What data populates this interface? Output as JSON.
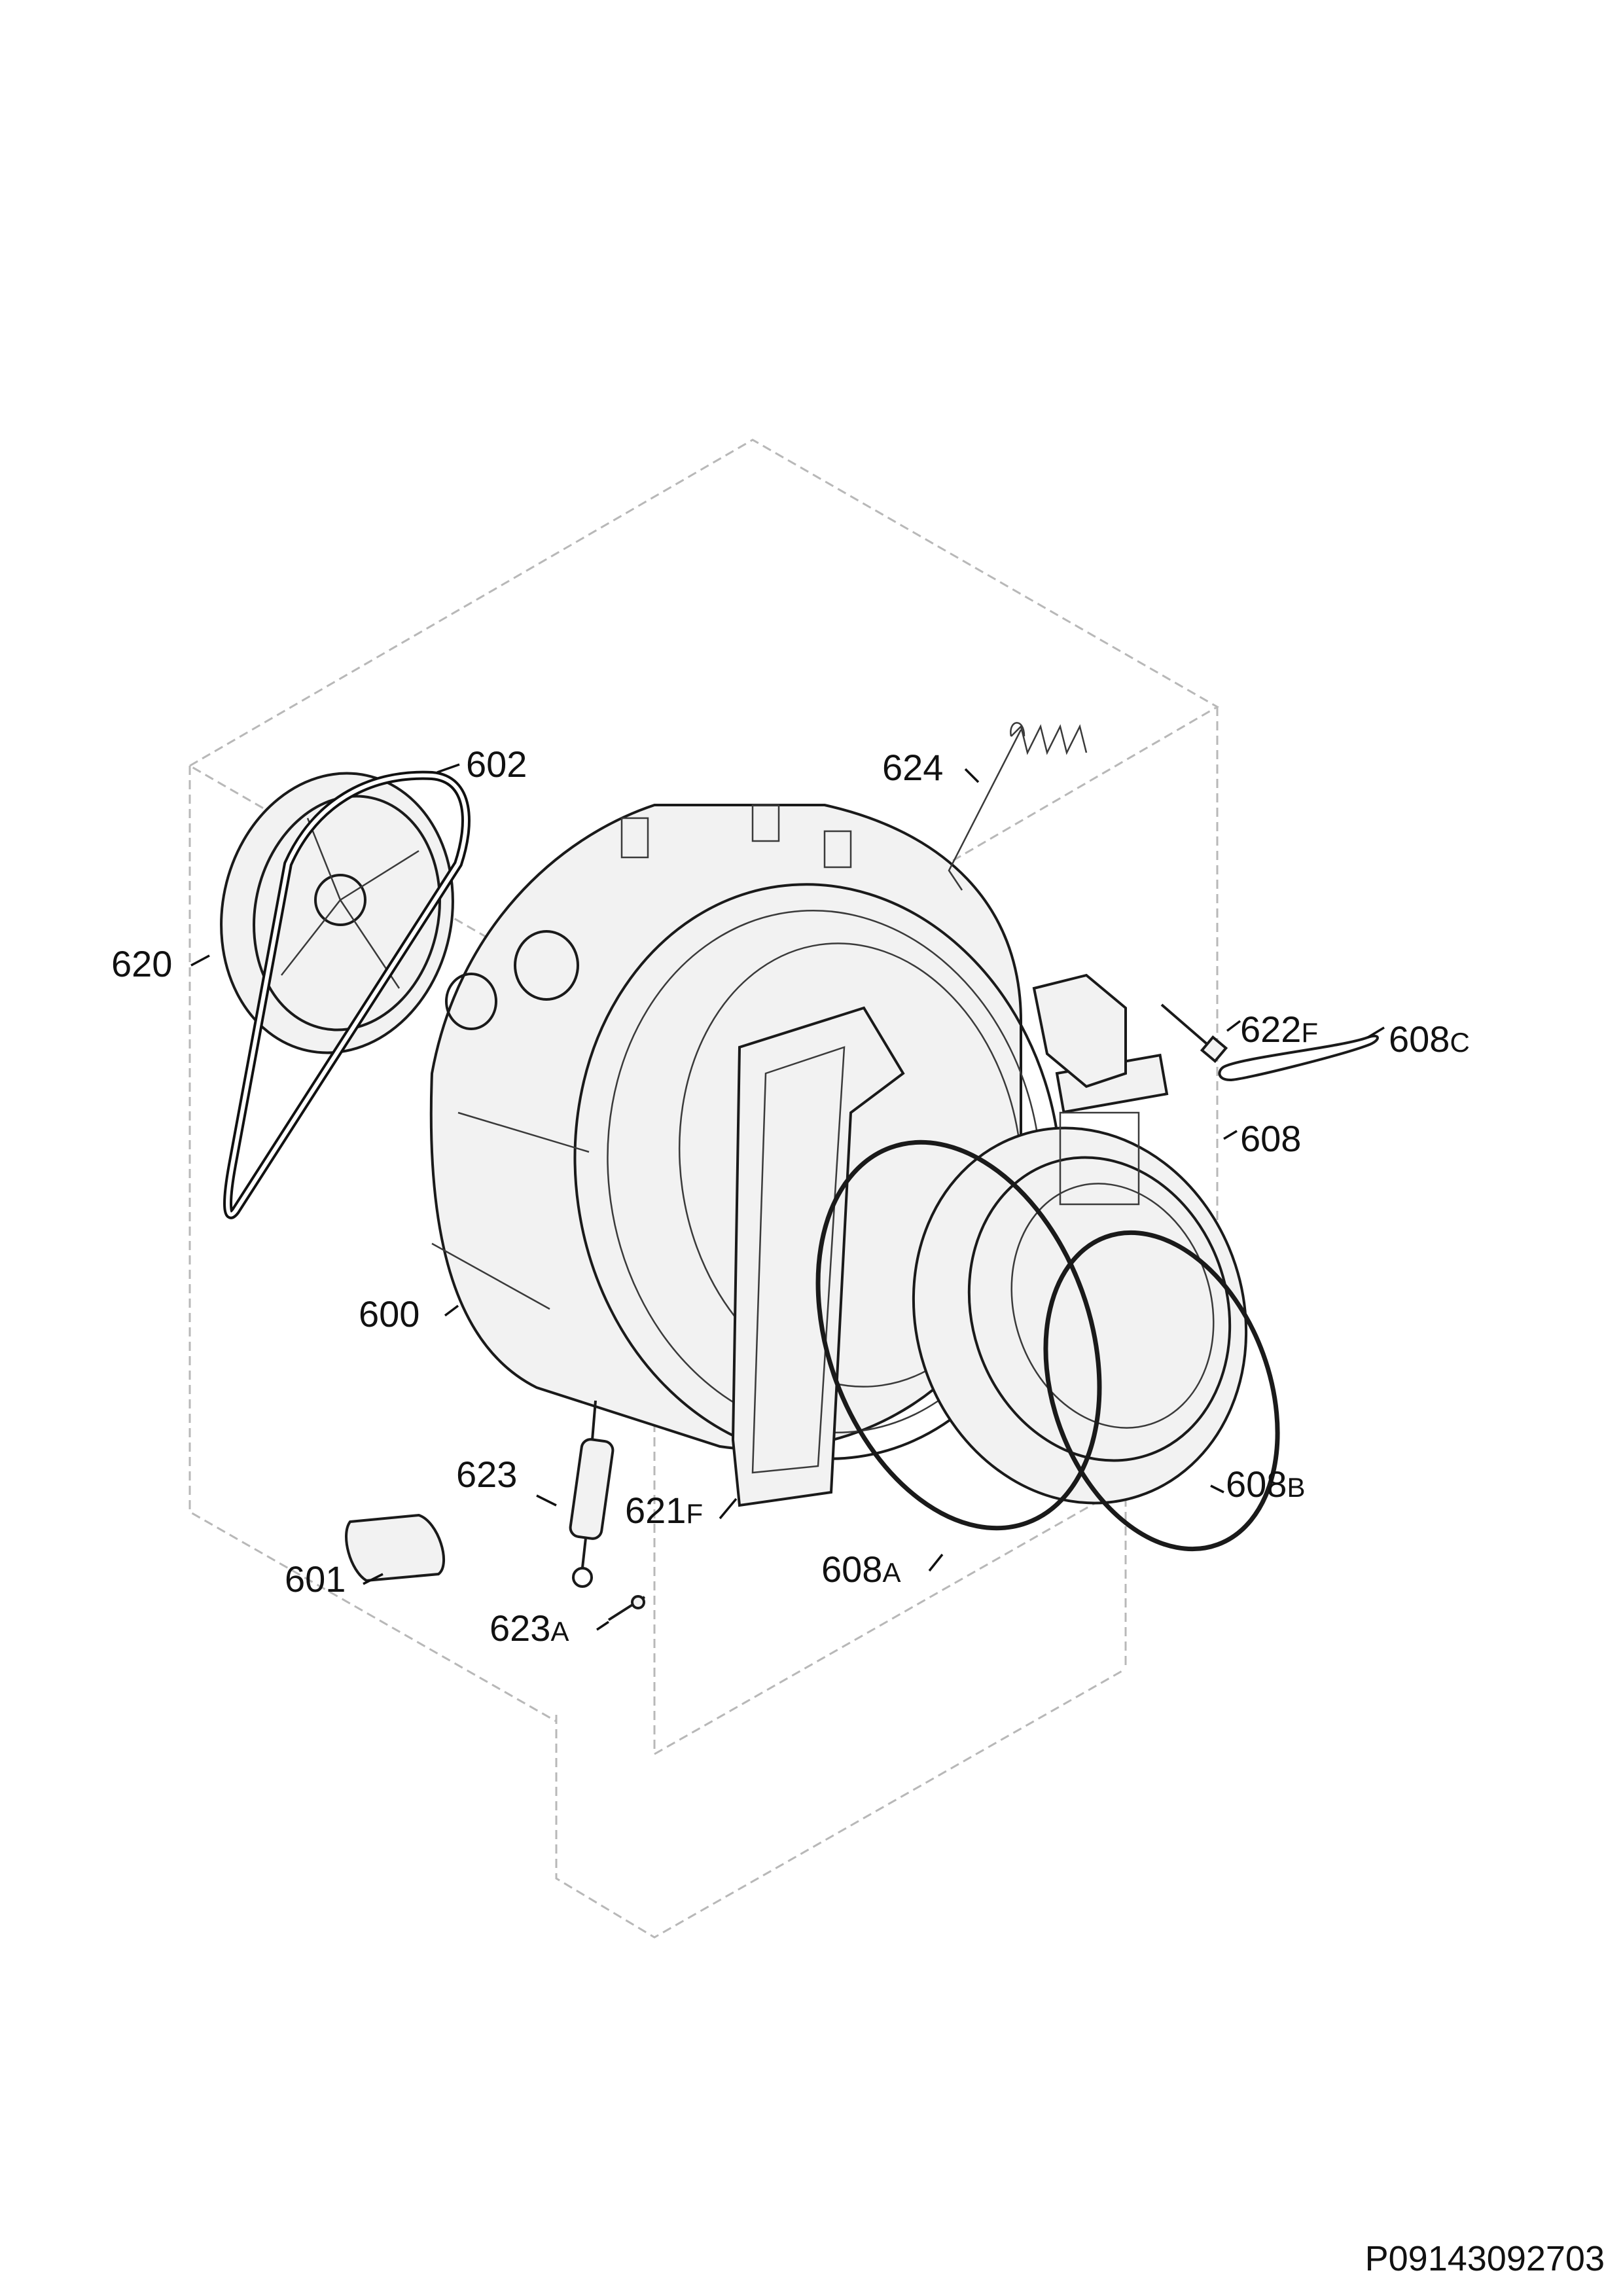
{
  "figure_code": "P09143092703",
  "callouts": {
    "c602": {
      "num": "602",
      "suffix": ""
    },
    "c624": {
      "num": "624",
      "suffix": ""
    },
    "c620": {
      "num": "620",
      "suffix": ""
    },
    "c622F": {
      "num": "622",
      "suffix": "F"
    },
    "c608C": {
      "num": "608",
      "suffix": "C"
    },
    "c608": {
      "num": "608",
      "suffix": ""
    },
    "c600": {
      "num": "600",
      "suffix": ""
    },
    "c623": {
      "num": "623",
      "suffix": ""
    },
    "c621F": {
      "num": "621",
      "suffix": "F"
    },
    "c608B": {
      "num": "608",
      "suffix": "B"
    },
    "c608A": {
      "num": "608",
      "suffix": "A"
    },
    "c601": {
      "num": "601",
      "suffix": ""
    },
    "c623A": {
      "num": "623",
      "suffix": "A"
    }
  },
  "parts": [
    {
      "ref": "600",
      "icon": "tub-assembly-icon"
    },
    {
      "ref": "601",
      "icon": "weight-block-icon"
    },
    {
      "ref": "602",
      "icon": "drive-belt-icon"
    },
    {
      "ref": "608",
      "icon": "door-seal-icon"
    },
    {
      "ref": "608A",
      "icon": "seal-clamp-ring-icon"
    },
    {
      "ref": "608B",
      "icon": "outer-clamp-ring-icon"
    },
    {
      "ref": "608C",
      "icon": "spring-clip-icon"
    },
    {
      "ref": "620",
      "icon": "drum-pulley-icon"
    },
    {
      "ref": "621F",
      "icon": "counterweight-icon"
    },
    {
      "ref": "622F",
      "icon": "screw-icon"
    },
    {
      "ref": "623",
      "icon": "shock-absorber-icon"
    },
    {
      "ref": "623A",
      "icon": "pin-icon"
    },
    {
      "ref": "624",
      "icon": "suspension-spring-icon"
    }
  ]
}
